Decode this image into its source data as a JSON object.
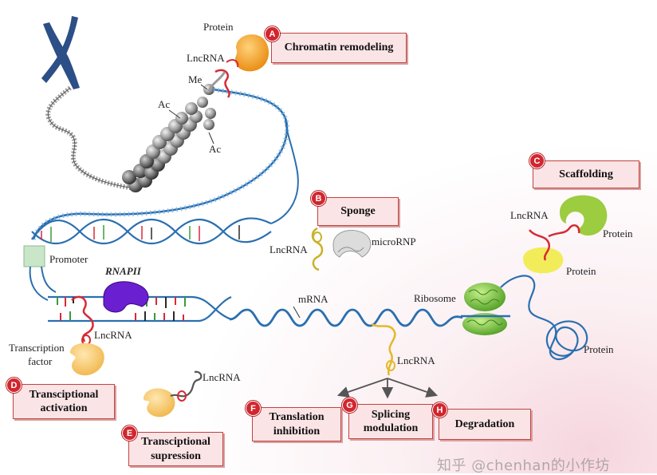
{
  "labels": {
    "protein_top": "Protein",
    "lncrna_top": "LncRNA",
    "me": "Me",
    "ac_left": "Ac",
    "ac_right": "Ac",
    "promoter": "Promoter",
    "rnapii": "RNAPII",
    "lncrna_mid": "LncRNA",
    "tf_line1": "Transcription",
    "tf_line2": "factor",
    "lncrna_supp": "LncRNA",
    "mrna": "mRNA",
    "lncrna_sponge": "LncRNA",
    "micrornp": "microRNP",
    "lncrna_bottom": "LncRNA",
    "ribosome": "Ribosome",
    "lncrna_scaffold": "LncRNA",
    "protein_scaffold_right": "Protein",
    "protein_scaffold_bottom": "Protein",
    "protein_chain": "Protein"
  },
  "mechanisms": {
    "A": {
      "badge": "A",
      "line1": "Chromatin remodeling",
      "line2": ""
    },
    "B": {
      "badge": "B",
      "line1": "Sponge",
      "line2": ""
    },
    "C": {
      "badge": "C",
      "line1": "Scaffolding",
      "line2": ""
    },
    "D": {
      "badge": "D",
      "line1": "Transciptional",
      "line2": "activation"
    },
    "E": {
      "badge": "E",
      "line1": "Transciptional",
      "line2": "supression"
    },
    "F": {
      "badge": "F",
      "line1": "Translation",
      "line2": "inhibition"
    },
    "G": {
      "badge": "G",
      "line1": "Splicing",
      "line2": "modulation"
    },
    "H": {
      "badge": "H",
      "line1": "Degradation",
      "line2": ""
    }
  },
  "watermark": "知乎 @chenhan的小作坊",
  "colors": {
    "dna_blue": "#2a6fb0",
    "rna_red": "#d62a35",
    "box_fill": "#fbe4e6",
    "box_border": "#c0443f",
    "badge": "#d2262e",
    "rnapii": "#6a1fd0",
    "ribosome": "#6bbf3a",
    "orange_protein": "#f0a11c",
    "tf_protein": "#f3c76a",
    "micro_rnp": "#d9d9d9",
    "scaffold_green": "#9ccc3f",
    "scaffold_yellow": "#f2ec5a",
    "lnc_yellow": "#e3b92a",
    "chromosome": "#2b4f86"
  }
}
